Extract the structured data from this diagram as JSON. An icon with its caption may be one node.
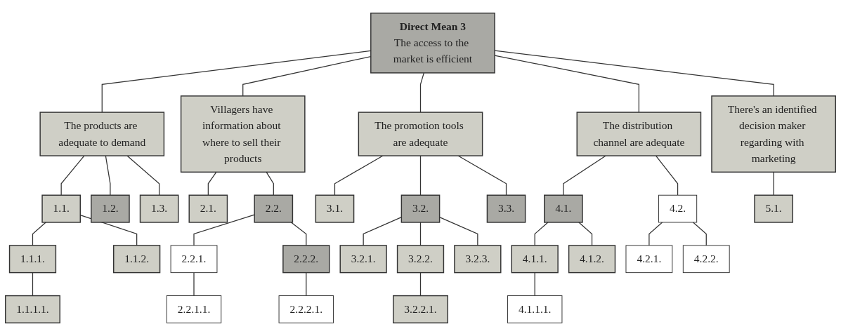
{
  "diagram": {
    "nodes": [
      {
        "text": [
          "Direct Mean 3",
          "The access to the market is efficient"
        ]
      },
      {
        "text": [
          "The products are adequate to demand"
        ]
      },
      {
        "text": [
          "Villagers have information about where to sell their products"
        ]
      },
      {
        "text": [
          "The promotion tools are adequate"
        ]
      },
      {
        "text": [
          "The distribution channel are adequate"
        ]
      },
      {
        "text": [
          "There's an identified decision maker regarding with marketing"
        ]
      },
      {
        "text": [
          "1.1."
        ]
      },
      {
        "text": [
          "1.2."
        ]
      },
      {
        "text": [
          "1.3."
        ]
      },
      {
        "text": [
          "2.1."
        ]
      },
      {
        "text": [
          "2.2."
        ]
      },
      {
        "text": [
          "3.1."
        ]
      },
      {
        "text": [
          "3.2."
        ]
      },
      {
        "text": [
          "3.3."
        ]
      },
      {
        "text": [
          "4.1."
        ]
      },
      {
        "text": [
          "4.2."
        ]
      },
      {
        "text": [
          "5.1."
        ]
      },
      {
        "text": [
          "1.1.1."
        ]
      },
      {
        "text": [
          "1.1.2."
        ]
      },
      {
        "text": [
          "2.2.1."
        ]
      },
      {
        "text": [
          "2.2.2."
        ]
      },
      {
        "text": [
          "3.2.1."
        ]
      },
      {
        "text": [
          "3.2.2."
        ]
      },
      {
        "text": [
          "3.2.3."
        ]
      },
      {
        "text": [
          "4.1.1."
        ]
      },
      {
        "text": [
          "4.1.2."
        ]
      },
      {
        "text": [
          "4.2.1."
        ]
      },
      {
        "text": [
          "4.2.2."
        ]
      },
      {
        "text": [
          "1.1.1.1."
        ]
      },
      {
        "text": [
          "2.2.1.1."
        ]
      },
      {
        "text": [
          "2.2.2.1."
        ]
      },
      {
        "text": [
          "3.2.2.1."
        ]
      },
      {
        "text": [
          "4.1.1.1."
        ]
      }
    ],
    "edges": [
      {
        "from": 0,
        "to": 1,
        "arrow": "none"
      },
      {
        "from": 0,
        "to": 2,
        "arrow": "none"
      },
      {
        "from": 0,
        "to": 3,
        "arrow": "none"
      },
      {
        "from": 0,
        "to": 4,
        "arrow": "none"
      },
      {
        "from": 0,
        "to": 5,
        "arrow": "none"
      },
      {
        "from": 1,
        "to": 6,
        "arrow": "none"
      },
      {
        "from": 1,
        "to": 7,
        "arrow": "none"
      },
      {
        "from": 1,
        "to": 8,
        "arrow": "none"
      },
      {
        "from": 2,
        "to": 9,
        "arrow": "none"
      },
      {
        "from": 2,
        "to": 10,
        "arrow": "none"
      },
      {
        "from": 3,
        "to": 11,
        "arrow": "none"
      },
      {
        "from": 3,
        "to": 12,
        "arrow": "none"
      },
      {
        "from": 3,
        "to": 13,
        "arrow": "none"
      },
      {
        "from": 4,
        "to": 14,
        "arrow": "none"
      },
      {
        "from": 4,
        "to": 15,
        "arrow": "none"
      },
      {
        "from": 5,
        "to": 16,
        "arrow": "none"
      },
      {
        "from": 6,
        "to": 17,
        "arrow": "none"
      },
      {
        "from": 6,
        "to": 18,
        "arrow": "none"
      },
      {
        "from": 10,
        "to": 19,
        "arrow": "none"
      },
      {
        "from": 10,
        "to": 20,
        "arrow": "none"
      },
      {
        "from": 12,
        "to": 21,
        "arrow": "none"
      },
      {
        "from": 12,
        "to": 22,
        "arrow": "none"
      },
      {
        "from": 12,
        "to": 23,
        "arrow": "none"
      },
      {
        "from": 14,
        "to": 24,
        "arrow": "none"
      },
      {
        "from": 14,
        "to": 25,
        "arrow": "none"
      },
      {
        "from": 15,
        "to": 26,
        "arrow": "none"
      },
      {
        "from": 15,
        "to": 27,
        "arrow": "none"
      },
      {
        "from": 17,
        "to": 28,
        "arrow": "none"
      },
      {
        "from": 19,
        "to": 29,
        "arrow": "none"
      },
      {
        "from": 20,
        "to": 30,
        "arrow": "none"
      },
      {
        "from": 22,
        "to": 31,
        "arrow": "none"
      },
      {
        "from": 24,
        "to": 32,
        "arrow": "none"
      }
    ]
  }
}
